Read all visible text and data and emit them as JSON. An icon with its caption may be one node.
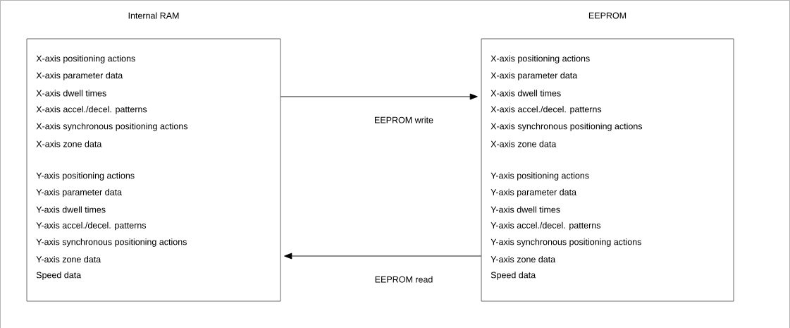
{
  "diagram": {
    "nodes": [
      {
        "text": [
          "Internal RAM",
          "X-axis positioning actions",
          "X-axis parameter data",
          "X-axis dwell times",
          "X-axis accel./decel. patterns",
          "X-axis synchronous positioning actions",
          "X-axis zone data",
          "Y-axis positioning actions",
          "Y-axis parameter data",
          "Y-axis dwell times",
          "Y-axis accel./decel. patterns",
          "Y-axis synchronous positioning actions",
          "Y-axis zone data",
          "Speed data"
        ]
      },
      {
        "text": [
          "EEPROM",
          "X-axis positioning actions",
          "X-axis parameter data",
          "X-axis dwell times",
          "X-axis accel./decel. patterns",
          "X-axis synchronous positioning actions",
          "X-axis zone data",
          "Y-axis positioning actions",
          "Y-axis parameter data",
          "Y-axis dwell times",
          "Y-axis accel./decel. patterns",
          "Y-axis synchronous positioning actions",
          "Y-axis zone data",
          "Speed data"
        ]
      }
    ],
    "edges": [
      {
        "from": 0,
        "to": 1,
        "arrow": "to",
        "label": "EEPROM write"
      },
      {
        "from": 1,
        "to": 0,
        "arrow": "to",
        "label": "EEPROM read"
      }
    ]
  }
}
